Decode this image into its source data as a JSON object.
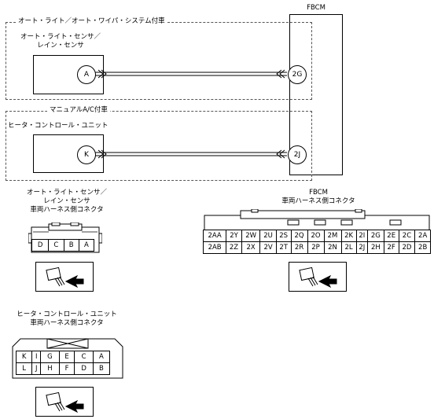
{
  "fbcm_title": "FBCM",
  "group1": {
    "caption": "オート・ライト／オート・ワイパ・システム付車",
    "component_line1": "オート・ライト・センサ／",
    "component_line2": "レイン・センサ",
    "pin_left": "A",
    "pin_right": "2G"
  },
  "group2": {
    "caption": "マニュアルA/C付車",
    "component": "ヒータ・コントロール・ユニット",
    "pin_left": "K",
    "pin_right": "2J"
  },
  "connector_sensor": {
    "title_line1": "オート・ライト・センサ／",
    "title_line2": "レイン・センサ",
    "title_line3": "車両ハーネス側コネクタ",
    "pins": [
      "D",
      "C",
      "B",
      "A"
    ]
  },
  "connector_fbcm": {
    "title_line1": "FBCM",
    "title_line2": "車両ハーネス側コネクタ",
    "row1": [
      "2AA",
      "2Y",
      "2W",
      "2U",
      "2S",
      "2Q",
      "2O",
      "2M",
      "2K",
      "2I",
      "2G",
      "2E",
      "2C",
      "2A"
    ],
    "row2": [
      "2AB",
      "2Z",
      "2X",
      "2V",
      "2T",
      "2R",
      "2P",
      "2N",
      "2L",
      "2J",
      "2H",
      "2F",
      "2D",
      "2B"
    ]
  },
  "connector_heater": {
    "title_line1": "ヒータ・コントロール・ユニット",
    "title_line2": "車両ハーネス側コネクタ",
    "row1": [
      "K",
      "I",
      "G",
      "E",
      "C",
      "A"
    ],
    "row2": [
      "L",
      "J",
      "H",
      "F",
      "D",
      "B"
    ]
  }
}
